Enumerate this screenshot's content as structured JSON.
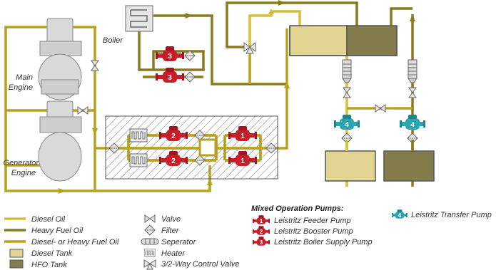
{
  "colors": {
    "diesel": "#d6bf3a",
    "hfo": "#8a7a1a",
    "mixed": "#b8a21d",
    "diesel_tank": "#e2d594",
    "hfo_tank": "#857c4d",
    "pump_red": "#c81e2a",
    "pump_teal": "#2aa6ae"
  },
  "labels": {
    "boiler": "Boiler",
    "main_engine_1": "Main",
    "main_engine_2": "Engine",
    "gen_engine_1": "Generator",
    "gen_engine_2": "Engine"
  },
  "pump_numbers": {
    "feeder": "1",
    "booster": "2",
    "boiler_supply": "3",
    "transfer": "4"
  },
  "legend": {
    "lines": [
      {
        "label": "Diesel Oil"
      },
      {
        "label": "Heavy Fuel Oil"
      },
      {
        "label": "Diesel- or Heavy Fuel Oil"
      }
    ],
    "tanks": [
      {
        "label": "Diesel Tank"
      },
      {
        "label": "HFO Tank"
      }
    ],
    "symbols": [
      {
        "label": "Valve"
      },
      {
        "label": "Filter"
      },
      {
        "label": "Seperator"
      },
      {
        "label": "Heater"
      },
      {
        "label": "3/2-Way Control Valve"
      }
    ],
    "pumps_title": "Mixed Operation Pumps:",
    "pumps": [
      {
        "num": "1",
        "label": "Leistritz Feeder Pump"
      },
      {
        "num": "2",
        "label": "Leistritz Booster Pump"
      },
      {
        "num": "3",
        "label": "Leistritz Boiler Supply Pump"
      }
    ],
    "transfer": {
      "num": "4",
      "label": "Leistritz Transfer Pump"
    }
  }
}
